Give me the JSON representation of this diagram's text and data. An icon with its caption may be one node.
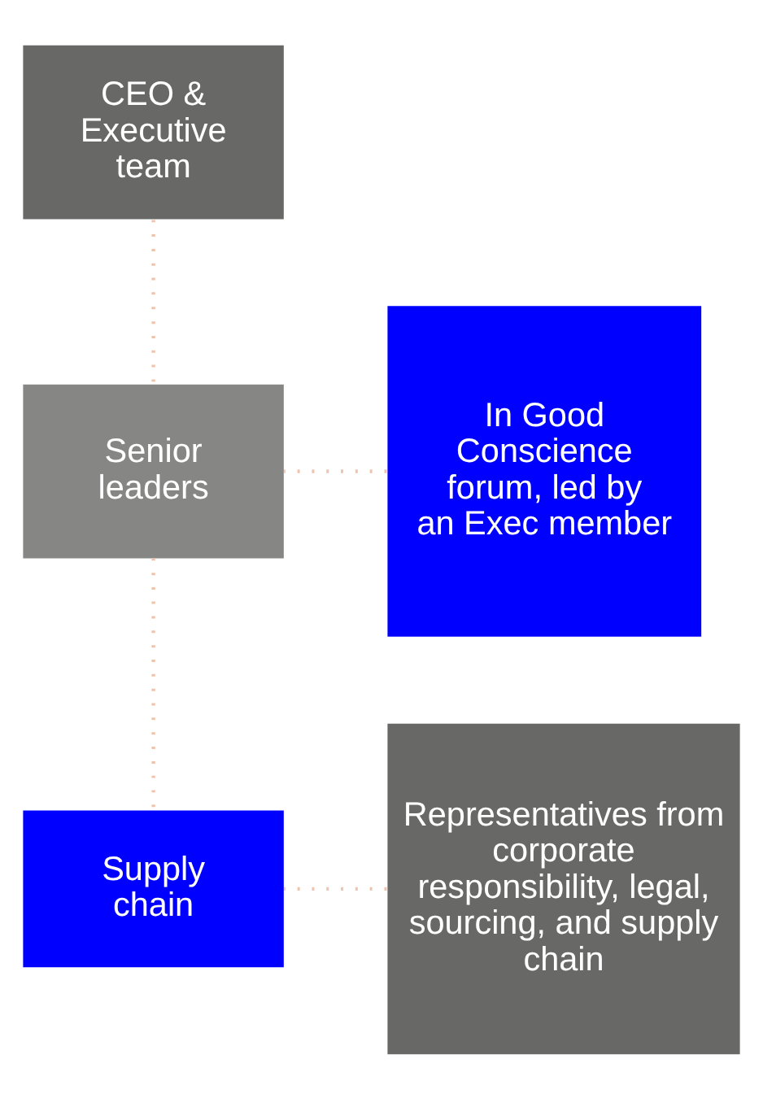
{
  "diagram": {
    "nodes": [
      {
        "text": [
          "CEO & Executive team"
        ]
      },
      {
        "text": [
          "In Good Conscience forum, led by an Exec member"
        ]
      },
      {
        "text": [
          "Senior leaders"
        ]
      },
      {
        "text": [
          "Representatives from corporate responsibility, legal, sourcing, and supply chain"
        ]
      },
      {
        "text": [
          "Supply chain"
        ]
      }
    ],
    "edges": [
      {
        "from": 0,
        "to": 2,
        "arrow": "none",
        "style": "dashed"
      },
      {
        "from": 1,
        "to": 2,
        "arrow": "none",
        "style": "dashed"
      },
      {
        "from": 2,
        "to": 4,
        "arrow": "none",
        "style": "dashed"
      },
      {
        "from": 3,
        "to": 4,
        "arrow": "none",
        "style": "dashed"
      }
    ]
  }
}
